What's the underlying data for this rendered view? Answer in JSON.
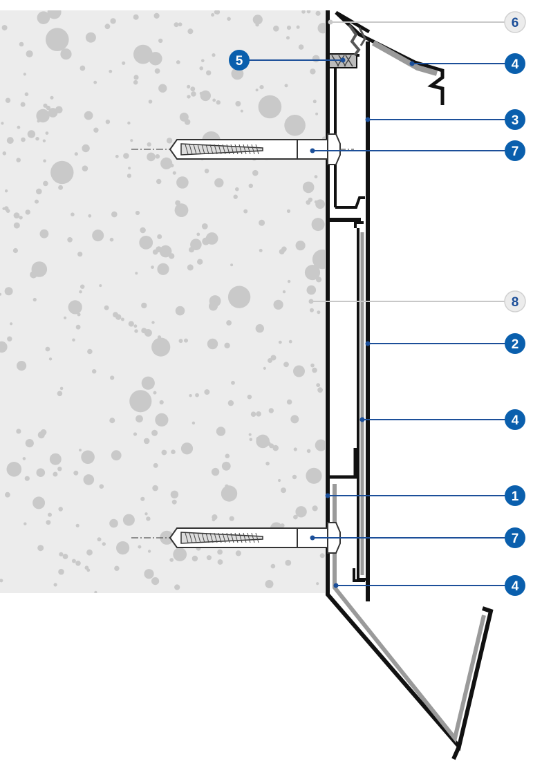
{
  "colors": {
    "wall": "#ececec",
    "wall_dot": "#c9c9c9",
    "profile": "#111111",
    "insert": "#9a9a9a",
    "blue_badge": "#0a5fad",
    "grey_badge": "#ececec",
    "leader_blue": "#1c4f99",
    "leader_grey": "#c8c8c8"
  },
  "callouts": [
    {
      "id": "6",
      "label": "6",
      "style": "grey"
    },
    {
      "id": "5",
      "label": "5",
      "style": "blue"
    },
    {
      "id": "4a",
      "label": "4",
      "style": "blue"
    },
    {
      "id": "3",
      "label": "3",
      "style": "blue"
    },
    {
      "id": "7a",
      "label": "7",
      "style": "blue"
    },
    {
      "id": "8",
      "label": "8",
      "style": "grey"
    },
    {
      "id": "2",
      "label": "2",
      "style": "blue"
    },
    {
      "id": "4b",
      "label": "4",
      "style": "blue"
    },
    {
      "id": "1",
      "label": "1",
      "style": "blue"
    },
    {
      "id": "7b",
      "label": "7",
      "style": "blue"
    },
    {
      "id": "4c",
      "label": "4",
      "style": "blue"
    }
  ]
}
